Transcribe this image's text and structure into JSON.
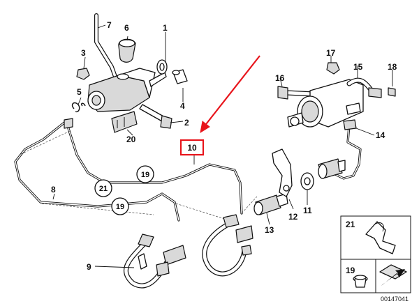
{
  "callouts": [
    {
      "id": "1",
      "label": "1"
    },
    {
      "id": "2",
      "label": "2"
    },
    {
      "id": "3",
      "label": "3"
    },
    {
      "id": "4",
      "label": "4"
    },
    {
      "id": "5",
      "label": "5"
    },
    {
      "id": "6",
      "label": "6"
    },
    {
      "id": "7",
      "label": "7"
    },
    {
      "id": "8",
      "label": "8"
    },
    {
      "id": "9",
      "label": "9"
    },
    {
      "id": "10",
      "label": "10"
    },
    {
      "id": "11",
      "label": "11"
    },
    {
      "id": "12",
      "label": "12"
    },
    {
      "id": "13",
      "label": "13"
    },
    {
      "id": "14",
      "label": "14"
    },
    {
      "id": "15",
      "label": "15"
    },
    {
      "id": "16",
      "label": "16"
    },
    {
      "id": "17",
      "label": "17"
    },
    {
      "id": "18",
      "label": "18"
    },
    {
      "id": "20",
      "label": "20"
    }
  ],
  "circled_callouts": [
    {
      "id": "19a",
      "label": "19"
    },
    {
      "id": "19b",
      "label": "19"
    },
    {
      "id": "21",
      "label": "21"
    }
  ],
  "inset": {
    "top_label": "21",
    "bottom_label": "19"
  },
  "diagram_code": "00147041",
  "colors": {
    "highlight": "#e8141b",
    "line": "#111111"
  }
}
